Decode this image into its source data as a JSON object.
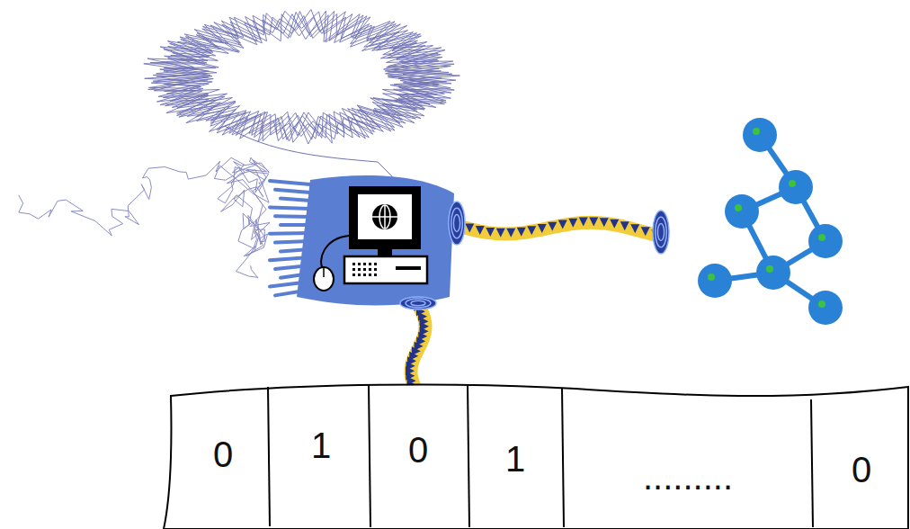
{
  "diagram": {
    "nodes": [
      {
        "text": [
          "0"
        ]
      },
      {
        "text": [
          "1"
        ]
      },
      {
        "text": [
          "0"
        ]
      },
      {
        "text": [
          "1"
        ]
      },
      {
        "text": [
          "........."
        ]
      },
      {
        "text": [
          "0"
        ]
      }
    ]
  }
}
